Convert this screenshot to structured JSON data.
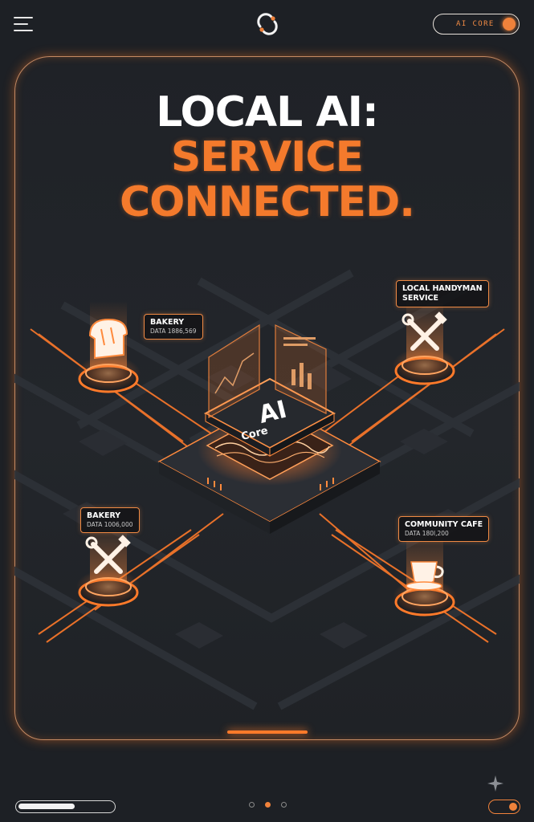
{
  "header": {
    "menu_icon": "hamburger-menu-icon",
    "logo_icon": "orbit-logo-icon",
    "core_toggle": {
      "label": "AI CORE",
      "state": "on"
    }
  },
  "hero": {
    "line1": "LOCAL AI:",
    "line2": "SERVICE",
    "line3": "CONNECTED."
  },
  "core": {
    "chip_text_main": "AI",
    "chip_text_sub": "Core"
  },
  "nodes": [
    {
      "title": "BAKERY",
      "subtitle": "DATA 1886,569",
      "icon": "bread-icon"
    },
    {
      "title": "LOCAL HANDYMAN SERVICE",
      "title_line1": "LOCAL HANDYMAN",
      "title_line2": "SERVICE",
      "icon": "tools-icon"
    },
    {
      "title": "BAKERY",
      "subtitle": "DATA 1006,000",
      "icon": "tools-icon"
    },
    {
      "title": "COMMUNITY CAFE",
      "subtitle": "DATA 180l,200",
      "icon": "coffee-cup-icon"
    }
  ],
  "footer": {
    "progress_fraction": 0.6,
    "pager": {
      "count": 3,
      "active": 1
    },
    "sparkle_icon": "sparkle-icon",
    "switch_state": "on"
  },
  "colors": {
    "background": "#1d2025",
    "accent": "#f47a2c",
    "text": "#ffffff"
  }
}
